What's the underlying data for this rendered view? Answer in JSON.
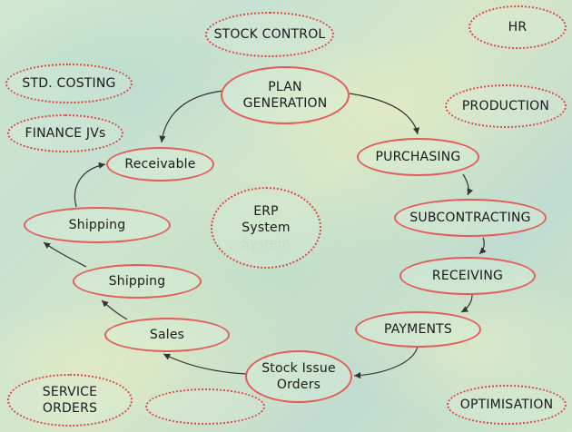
{
  "modules": {
    "stock_control": "STOCK CONTROL",
    "hr": "HR",
    "std_costing": "STD. COSTING",
    "production": "PRODUCTION",
    "finance_jvs": "FINANCE JVs",
    "erp_line1": "ERP",
    "erp_line2": "System",
    "erp_line3": "System",
    "service_orders_line1": "SERVICE",
    "service_orders_line2": "ORDERS",
    "blank": "",
    "optimisation": "OPTIMISATION"
  },
  "process": {
    "plan_line1": "PLAN",
    "plan_line2": "GENERATION",
    "purchasing": "PURCHASING",
    "subcontracting": "SUBCONTRACTING",
    "receiving": "RECEIVING",
    "payments": "PAYMENTS",
    "stock_issue_line1": "Stock Issue",
    "stock_issue_line2": "Orders",
    "sales": "Sales",
    "shipping_lower": "Shipping",
    "shipping_upper": "Shipping",
    "receivable": "Receivable"
  },
  "colors": {
    "flow_border": "#e45b5b",
    "module_border": "#d94848",
    "arrow": "#333333",
    "background": "#cfe7cf"
  }
}
